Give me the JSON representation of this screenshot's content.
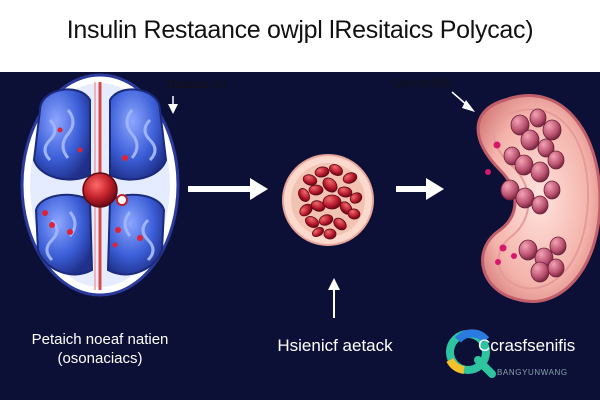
{
  "title": "Insulin Restaance owjpl lResitaics Polycac)",
  "callouts": {
    "left": "Dsapcic lo)",
    "right": "Cnccer(00)"
  },
  "labels": {
    "left_line1": "Petaich noeaf natien",
    "left_line2": "(osonaciacs)",
    "middle": "Hsienicf aetack",
    "right": "Ccrasfsenifis"
  },
  "watermark": {
    "text_en": "BANGYUNWANG"
  },
  "colors": {
    "background": "#0d1036",
    "title_bar": "#ffffff",
    "organ_blue": "#3d5fd6",
    "cell_red": "#b11e2e",
    "ovary_pink": "#f1a9a4",
    "arrow": "#ffffff"
  }
}
